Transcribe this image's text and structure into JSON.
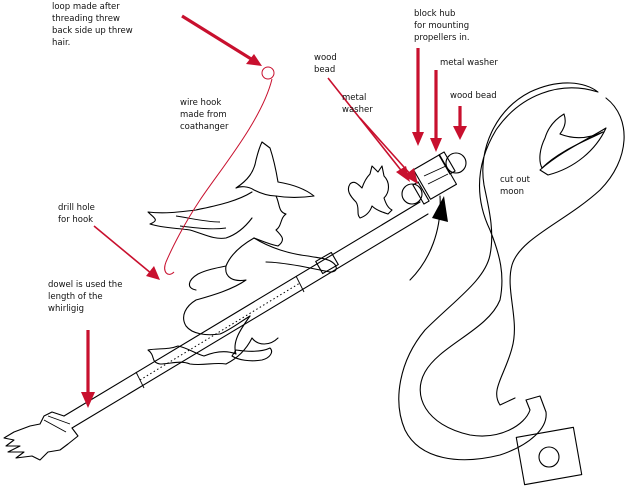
{
  "labels": {
    "loop": [
      "loop made after",
      "threading threw",
      "back side up threw",
      "hair."
    ],
    "block_hub": [
      "block hub",
      "for mounting",
      "propellers in."
    ],
    "wood_bead_top": [
      "wood",
      "bead"
    ],
    "metal_washer_top": [
      "metal washer"
    ],
    "metal_washer_mid": [
      "metal",
      "washer"
    ],
    "wood_bead_right": [
      "wood bead"
    ],
    "wire_hook": [
      "wire hook",
      "made from",
      "coathanger"
    ],
    "cut_out_moon": [
      "cut out",
      "moon"
    ],
    "drill_hole": [
      "drill hole",
      "for hook"
    ],
    "dowel": [
      "dowel is used the",
      "length of the",
      "whirligig"
    ]
  },
  "colors": {
    "arrow": "#c8102e",
    "line": "#000000",
    "background": "#ffffff"
  }
}
